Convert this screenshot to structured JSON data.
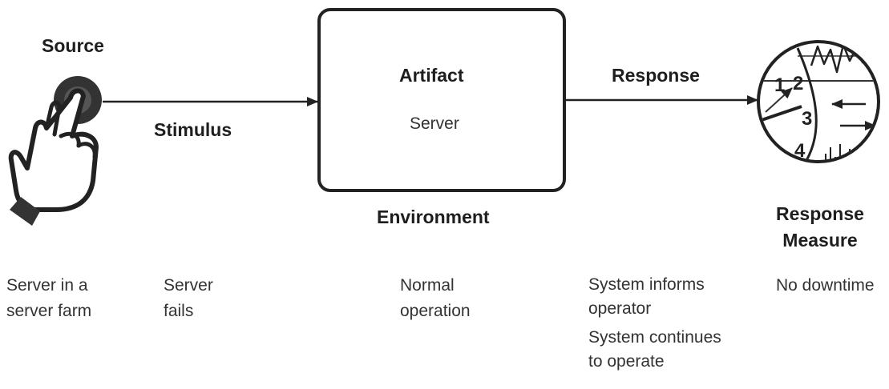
{
  "source": {
    "label": "Source",
    "icon": "hand-pressing-button-icon"
  },
  "stimulus": {
    "label": "Stimulus"
  },
  "artifact": {
    "title": "Artifact",
    "name": "Server"
  },
  "environment": {
    "label": "Environment"
  },
  "response": {
    "label": "Response"
  },
  "response_measure": {
    "label_line1": "Response",
    "label_line2": "Measure",
    "icon": "gauge-dial-icon",
    "dial_numbers": [
      "1",
      "2",
      "3",
      "4"
    ]
  },
  "descriptions": {
    "source": [
      "Server in a",
      "server farm"
    ],
    "stimulus": [
      "Server",
      "fails"
    ],
    "environment": [
      "Normal",
      "operation"
    ],
    "response": [
      "System informs",
      "operator",
      "System continues",
      "to operate"
    ],
    "response_measure": [
      "No downtime"
    ]
  }
}
